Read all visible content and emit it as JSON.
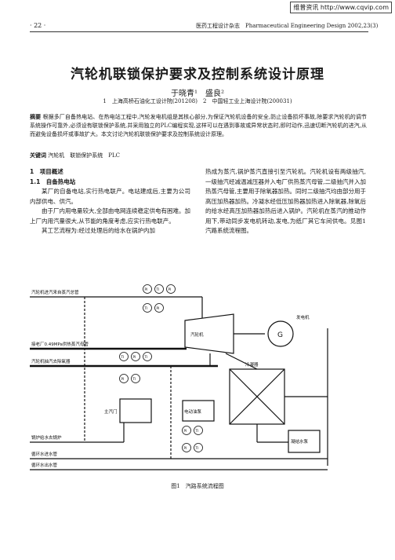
{
  "watermark": "维普资讯 http://www.cqvip.com",
  "page_number": "· 22 ·",
  "running_head": "医药工程设计杂志　Pharmaceutical Engineering Design 2002,23(3)",
  "title": "汽轮机联锁保护要求及控制系统设计原理",
  "authors": "于晓青¹　盛良²",
  "affiliations": "1　上海高桥石油化工设计院(201208)　2　中国轻工业上海设计院(200031)",
  "abstract_label": "摘要",
  "abstract_text": "根据多厂自备热电站、在热电站工程中,汽轮发电机组是其核心部分,为保证汽轮机设备的安全,防止设备损坏事故,除要求汽轮机的调节系统操作可靠外,必须设有联锁保护系统,并采用独立的PLC编程实现,这样可以在遇到事故或异常状态时,即时动作,迅速切断汽轮机的进汽,从而避免设备损坏或事故扩大。本文讨论汽轮机联锁保护要求及控制系统设计原理。",
  "keywords_label": "关键词",
  "keywords": "汽轮机　联锁保护系统　PLC",
  "section1": "1　项目概述",
  "section1_1": "1.1　自备热电站",
  "left_paragraphs": [
    "某厂的自备电站,实行热电联产。电站建成后,主要为公司内部供电、供汽。",
    "由于厂内用电量较大,全部由电网连续稳定供电有困难。加上厂内用汽量很大,从节能的角度考虑,应实行热电联产。",
    "其工艺流程为:经过处理后的给水在锅炉内加"
  ],
  "right_paragraph": "热成为蒸汽,锅炉蒸汽直接引至汽轮机。汽轮机设有两级抽汽,一级抽汽经减温减压器并入电厂供热蒸汽母管,二级抽汽并入加热蒸汽母管,主要用于除氧器加热。同时二级抽汽均由部分用于高压加热器加热。冷凝水经低压加热器加热进入除氧器,除氧后的给水经高压加热器加热后进入锅炉。汽轮机在蒸汽的推动作用下,带动同步发电机转动,发电,为纸厂其它车间供电。见图1汽路系统流程图。",
  "diagram": {
    "labels": {
      "main_steam_header": "汽轮机进汽来自蒸汽总管",
      "steam_turbine": "汽轮机",
      "generator": "发电机",
      "external_header": "接老厂0.49MPa供热蒸汽母管",
      "extraction_deaerator": "汽轮机抽汽去除氧器",
      "condenser": "冷凝器",
      "main_valve": "主汽门",
      "hotwell_pump": "凝结水泵",
      "motor_oil_pump": "电动油泵",
      "to_boiler": "锅炉给水去锅炉",
      "circ_supply": "循环水进水管",
      "circ_return": "循环水出水管",
      "generator_symbol": "G"
    },
    "gauge_tags": [
      "PI",
      "TI",
      "PI",
      "TI",
      "PI",
      "TI",
      "PI",
      "TI",
      "PI",
      "TI",
      "PI",
      "TI",
      "PI",
      "TI"
    ]
  },
  "figure_caption": "图1　汽路系统流程图"
}
